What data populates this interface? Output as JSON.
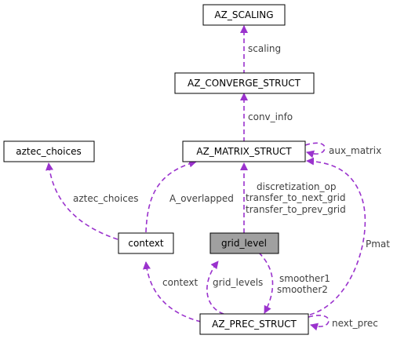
{
  "nodes": {
    "az_scaling": "AZ_SCALING",
    "az_converge_struct": "AZ_CONVERGE_STRUCT",
    "aztec_choices": "aztec_choices",
    "az_matrix_struct": "AZ_MATRIX_STRUCT",
    "context": "context",
    "grid_level": "grid_level",
    "az_prec_struct": "AZ_PREC_STRUCT"
  },
  "edge_labels": {
    "scaling": "scaling",
    "conv_info": "conv_info",
    "aux_matrix": "aux_matrix",
    "aztec_choices": "aztec_choices",
    "a_overlapped": "A_overlapped",
    "discretization_op": "discretization_op",
    "transfer_to_next_grid": "transfer_to_next_grid",
    "transfer_to_prev_grid": "transfer_to_prev_grid",
    "pmat": "Pmat",
    "context": "context",
    "grid_levels": "grid_levels",
    "smoother1": "smoother1",
    "smoother2": "smoother2",
    "next_prec": "next_prec"
  },
  "colors": {
    "edge": "#9a32cd",
    "highlight_fill": "#a0a0a0",
    "label_text": "#404040"
  }
}
